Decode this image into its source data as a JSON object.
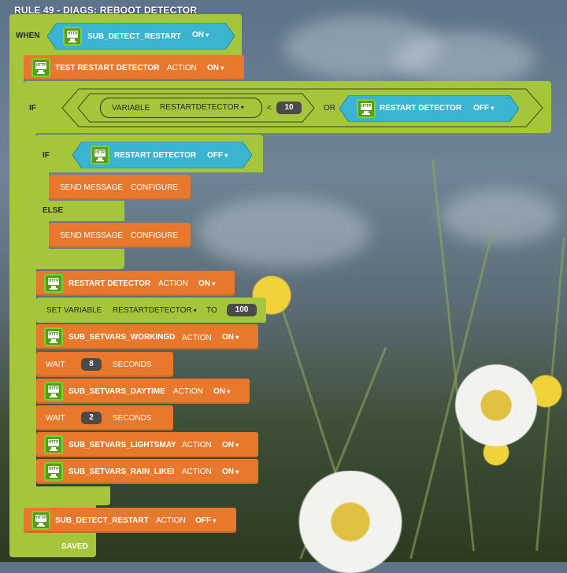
{
  "title": "RULE 49 - DIAGS: REBOOT DETECTOR",
  "when_label": "WHEN",
  "when_trigger": {
    "name": "SUB_DETECT_RESTART",
    "state": "ON"
  },
  "actions_top": [
    {
      "name": "TEST RESTART DETECTOR",
      "kind": "ACTION",
      "state": "ON"
    }
  ],
  "if_block": {
    "if_label": "IF",
    "variable_label": "VARIABLE",
    "variable_name": "RESTARTDETECTOR",
    "operator": "<",
    "value": "10",
    "or_label": "OR",
    "cond2": {
      "name": "RESTART DETECTOR",
      "state": "OFF"
    }
  },
  "inner_if": {
    "if_label": "IF",
    "cond": {
      "name": "RESTART DETECTOR",
      "state": "OFF"
    },
    "then_action": {
      "label": "SEND MESSAGE",
      "target": "CONFIGURE"
    },
    "else_label": "ELSE",
    "else_action": {
      "label": "SEND MESSAGE",
      "target": "CONFIGURE"
    }
  },
  "sequence": {
    "restart": {
      "name": "RESTART DETECTOR",
      "kind": "ACTION",
      "state": "ON"
    },
    "set_variable": {
      "label": "SET VARIABLE",
      "name": "RESTARTDETECTOR",
      "to_label": "TO",
      "value": "100"
    },
    "workingd": {
      "name": "SUB_SETVARS_WORKINGD",
      "kind": "ACTION",
      "state": "ON"
    },
    "wait1": {
      "label": "WAIT",
      "value": "8",
      "unit": "SECONDS"
    },
    "daytime": {
      "name": "SUB_SETVARS_DAYTIME",
      "kind": "ACTION",
      "state": "ON"
    },
    "wait2": {
      "label": "WAIT",
      "value": "2",
      "unit": "SECONDS"
    },
    "lightsmay": {
      "name": "SUB_SETVARS_LIGHTSMAY",
      "kind": "ACTION",
      "state": "ON"
    },
    "rain": {
      "name": "SUB_SETVARS_RAIN_LIKEI",
      "kind": "ACTION",
      "state": "ON"
    }
  },
  "final_action": {
    "name": "SUB_DETECT_RESTART",
    "kind": "ACTION",
    "state": "OFF"
  },
  "saved_label": "SAVED",
  "icon_text": "HTTP",
  "colors": {
    "green": "#a5c63b",
    "orange": "#e7782c",
    "cyan": "#3bb4d1"
  }
}
